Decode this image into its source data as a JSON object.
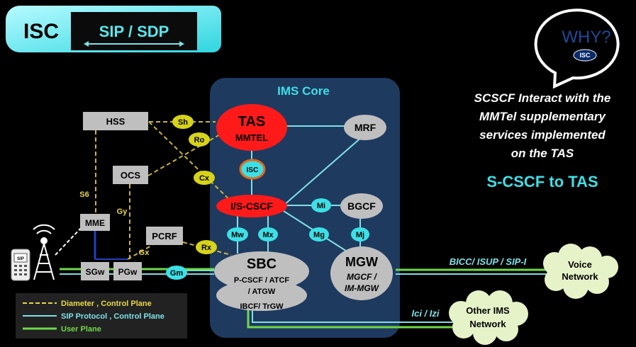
{
  "header": {
    "isc_label": "ISC",
    "protocol_label": "SIP / SDP"
  },
  "why_badge": {
    "question": "WHY?",
    "tag": "ISC"
  },
  "description": {
    "lines": [
      "SCSCF Interact with the",
      "MMTel supplementary",
      "services implemented",
      "on the TAS"
    ],
    "highlight": "S-CSCF to TAS"
  },
  "ims_core": {
    "title": "IMS Core"
  },
  "nodes": {
    "hss": "HSS",
    "ocs": "OCS",
    "mme": "MME",
    "sgw": "SGw",
    "pgw": "PGw",
    "pcrf": "PCRF",
    "tas_title": "TAS",
    "tas_sub": "MMTEL",
    "mrf": "MRF",
    "iscscf": "I/S-CSCF",
    "bgcf": "BGCF",
    "sbc_title": "SBC",
    "sbc_l1": "P-CSCF / ATCF",
    "sbc_l2": "/ ATGW",
    "sbc_l3": "IBCF/ TrGW",
    "mgw_title": "MGW",
    "mgw_l1": "MGCF /",
    "mgw_l2": "IM-MGW",
    "voice_l1": "Voice",
    "voice_l2": "Network",
    "other_l1": "Other IMS",
    "other_l2": "Network",
    "phone_label": "SIP"
  },
  "interfaces": {
    "sh": "Sh",
    "ro": "Ro",
    "cx": "Cx",
    "isc": "ISC",
    "mi": "Mi",
    "mw": "Mw",
    "mx": "Mx",
    "mg": "Mg",
    "mj": "Mj",
    "rx": "Rx",
    "gm": "Gm",
    "s6": "S6",
    "gy": "Gy",
    "gx": "Gx",
    "bicc": "BICC/ ISUP / SIP-I",
    "ici": "Ici / Izi"
  },
  "legend": {
    "items": [
      {
        "label": "Diameter , Control Plane",
        "color": "#e8d84a"
      },
      {
        "label": "SIP Protocol , Control Plane",
        "color": "#7fe0e6"
      },
      {
        "label": "User Plane",
        "color": "#6fd84a"
      }
    ]
  },
  "colors": {
    "diameter": "#c9b53a",
    "sip": "#7fe0e6",
    "user_plane": "#6fd84a",
    "tas_red": "#ff1a1a",
    "core_blue": "#1f3a5f",
    "cyan": "#3ce0e6",
    "iface_yellow": "#d6d31a"
  }
}
